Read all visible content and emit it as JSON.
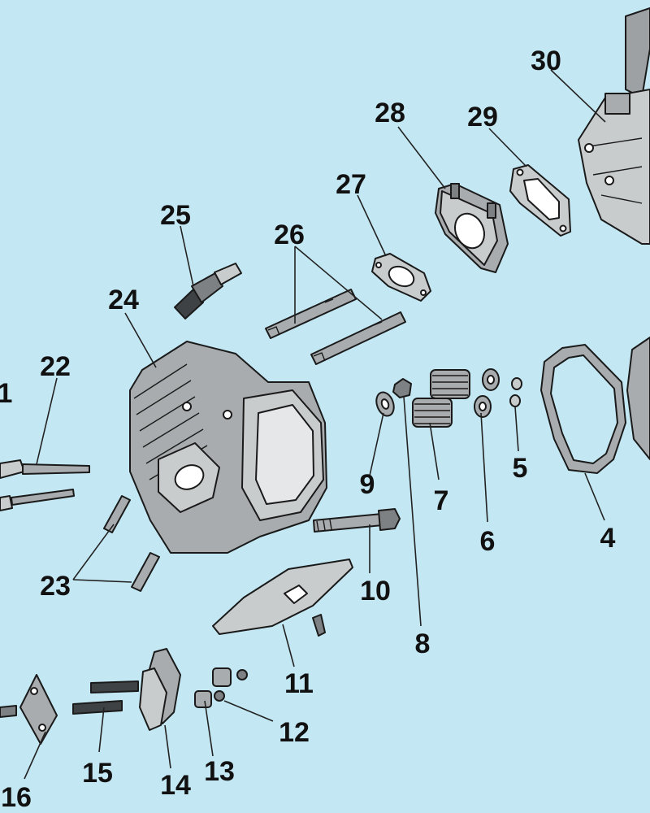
{
  "colors": {
    "background": "#c4e8f3",
    "part_fill": "#c9cccd",
    "part_dark": "#7d8184",
    "part_mid": "#a8acae",
    "outline": "#1a1a1a"
  },
  "callouts": [
    {
      "id": "1",
      "label": "1"
    },
    {
      "id": "4",
      "label": "4"
    },
    {
      "id": "5",
      "label": "5"
    },
    {
      "id": "6",
      "label": "6"
    },
    {
      "id": "7",
      "label": "7"
    },
    {
      "id": "8",
      "label": "8"
    },
    {
      "id": "9",
      "label": "9"
    },
    {
      "id": "10",
      "label": "10"
    },
    {
      "id": "11",
      "label": "11"
    },
    {
      "id": "12",
      "label": "12"
    },
    {
      "id": "13",
      "label": "13"
    },
    {
      "id": "14",
      "label": "14"
    },
    {
      "id": "15",
      "label": "15"
    },
    {
      "id": "16",
      "label": "16"
    },
    {
      "id": "22",
      "label": "22"
    },
    {
      "id": "23",
      "label": "23"
    },
    {
      "id": "24",
      "label": "24"
    },
    {
      "id": "25",
      "label": "25"
    },
    {
      "id": "26",
      "label": "26"
    },
    {
      "id": "27",
      "label": "27"
    },
    {
      "id": "28",
      "label": "28"
    },
    {
      "id": "29",
      "label": "29"
    },
    {
      "id": "30",
      "label": "30"
    }
  ]
}
